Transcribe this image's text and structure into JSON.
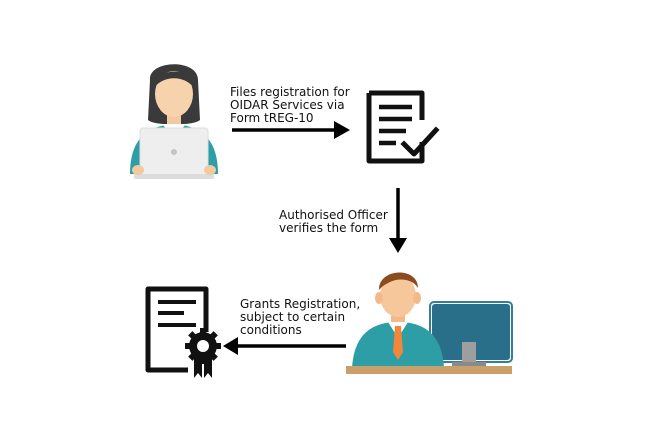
{
  "steps": {
    "files_registration": {
      "line1": "Files registration for",
      "line2": "OIDAR Services via",
      "line3": "Form tREG-10"
    },
    "officer_verifies": {
      "line1": "Authorised Officer",
      "line2": "verifies the form"
    },
    "grants_registration": {
      "line1": "Grants Registration,",
      "line2": "subject to certain",
      "line3": "conditions"
    }
  },
  "colors": {
    "background": "#ffffff",
    "arrow": "#000000",
    "teal_shirt": "#2e9ea6",
    "monitor": "#2a6f8a",
    "desk": "#c9a06a"
  },
  "icons": {
    "applicant": "woman-with-laptop-icon",
    "form": "checked-document-icon",
    "officer": "officer-at-desk-icon",
    "certificate": "certificate-with-seal-icon"
  }
}
